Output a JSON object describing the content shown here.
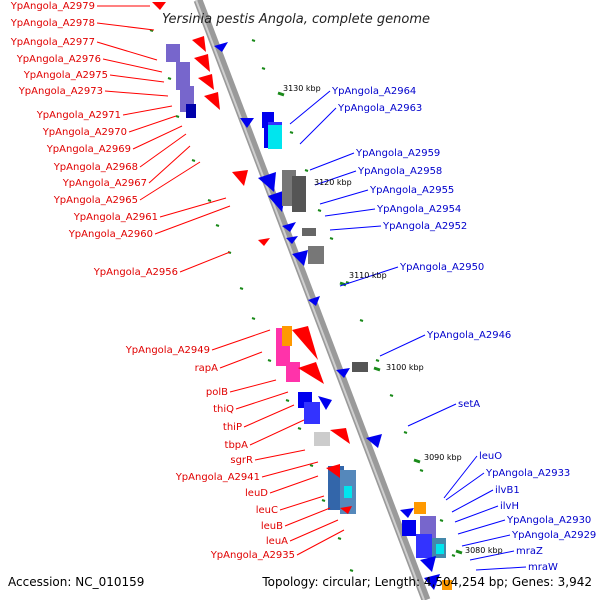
{
  "title": "Yersinia pestis Angola, complete genome",
  "footer": {
    "accession": "Accession: NC_010159",
    "summary": "Topology: circular; Length: 4,504,254 bp; Genes: 3,942"
  },
  "scale_labels": [
    "3130 kbp",
    "3120 kbp",
    "3110 kbp",
    "3100 kbp",
    "3090 kbp",
    "3080 kbp"
  ],
  "left_genes": [
    "YpAngola_A2979",
    "YpAngola_A2978",
    "YpAngola_A2977",
    "YpAngola_A2976",
    "YpAngola_A2975",
    "YpAngola_A2973",
    "YpAngola_A2971",
    "YpAngola_A2970",
    "YpAngola_A2969",
    "YpAngola_A2968",
    "YpAngola_A2967",
    "YpAngola_A2965",
    "YpAngola_A2961",
    "YpAngola_A2960",
    "YpAngola_A2956",
    "YpAngola_A2949",
    "rapA",
    "polB",
    "thiQ",
    "thiP",
    "tbpA",
    "sgrR",
    "YpAngola_A2941",
    "leuD",
    "leuC",
    "leuB",
    "leuA",
    "YpAngola_A2935"
  ],
  "right_genes": [
    "YpAngola_A2964",
    "YpAngola_A2963",
    "YpAngola_A2959",
    "YpAngola_A2958",
    "YpAngola_A2955",
    "YpAngola_A2954",
    "YpAngola_A2952",
    "YpAngola_A2950",
    "YpAngola_A2946",
    "setA",
    "leuO",
    "YpAngola_A2933",
    "ilvB1",
    "ilvH",
    "YpAngola_A2930",
    "YpAngola_A2929",
    "mraZ",
    "mraW"
  ],
  "colors": {
    "forward_strand": "#ff0000",
    "reverse_strand": "#0000ff",
    "left_label": "#e00000",
    "right_label": "#0000cc",
    "backbone": "#999999",
    "tick": "#008000"
  }
}
